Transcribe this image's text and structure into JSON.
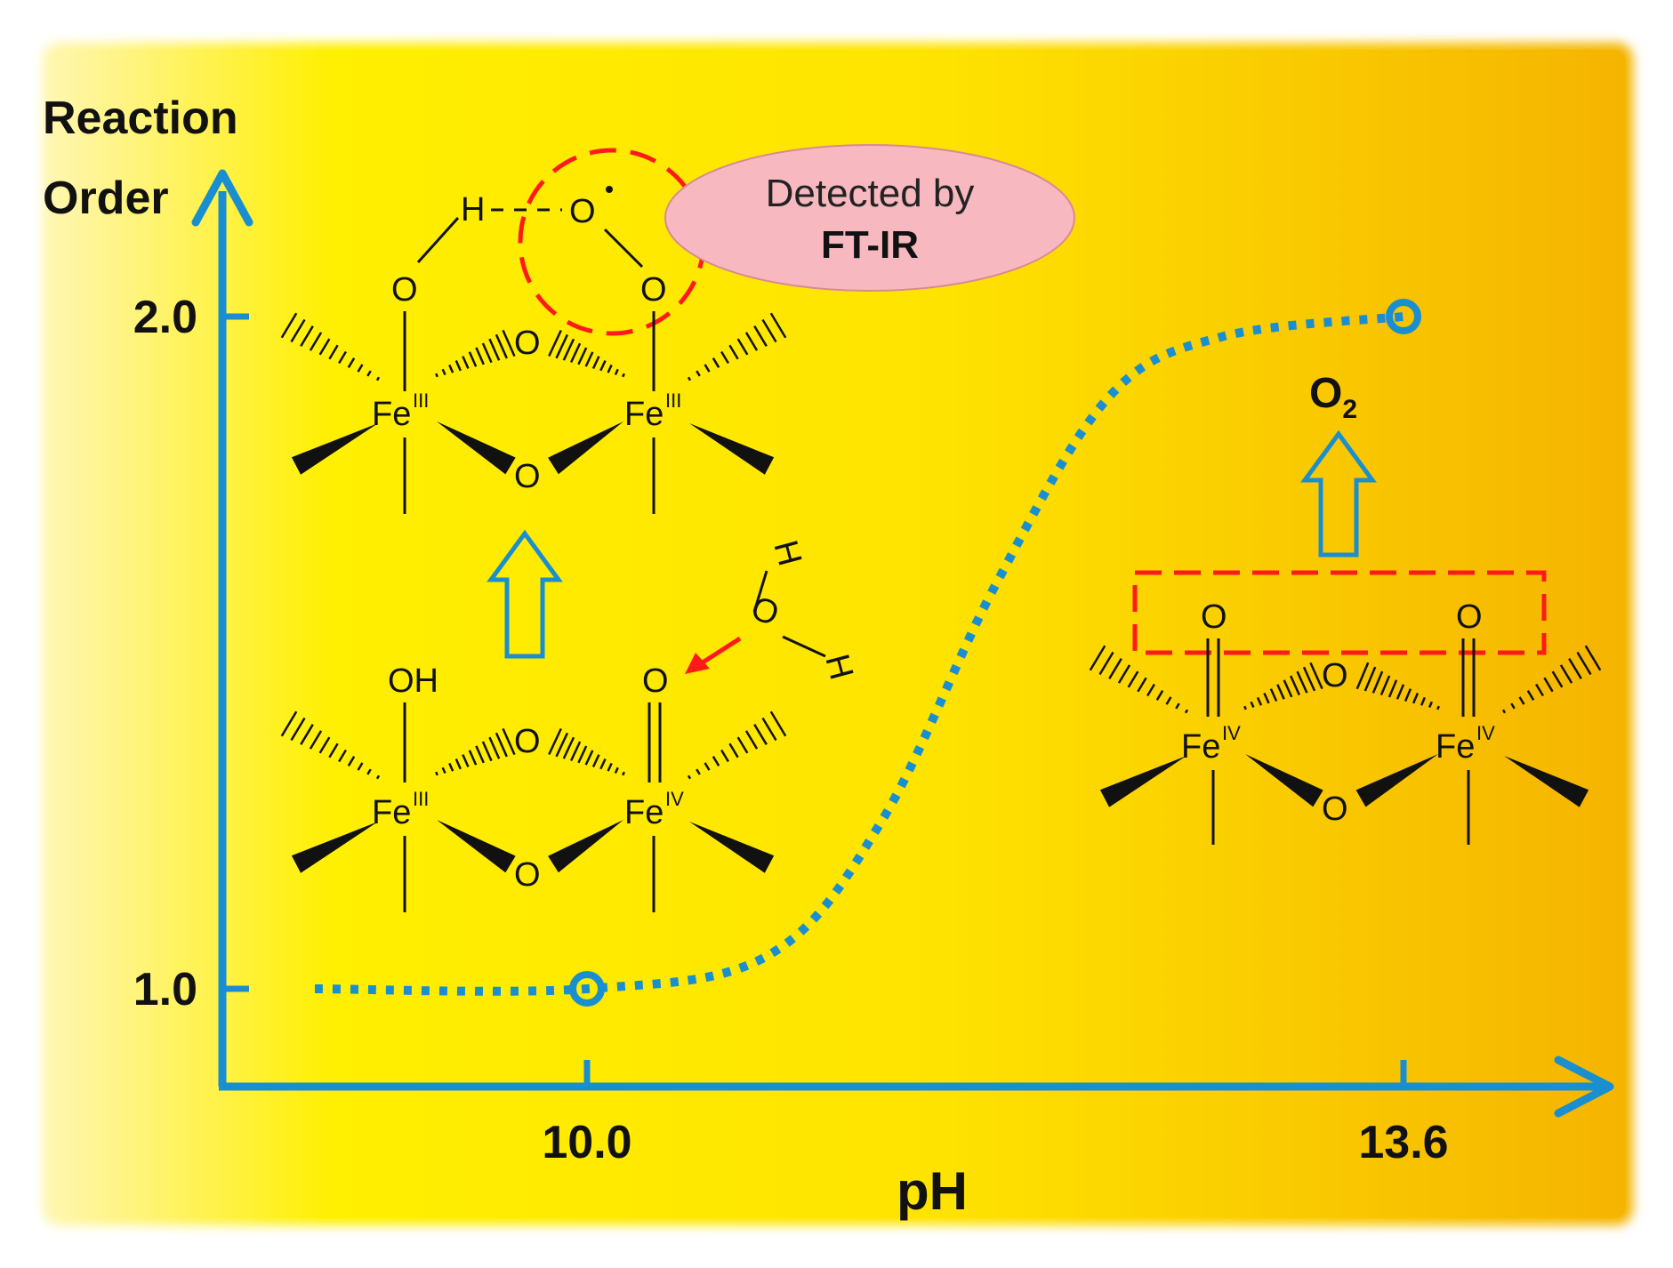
{
  "chart_data": {
    "type": "line",
    "ylabel": [
      "Reaction",
      "Order"
    ],
    "xlabel": "pH",
    "x_ticks": [
      {
        "value": 10.0,
        "label": "10.0"
      },
      {
        "value": 13.6,
        "label": "13.6"
      }
    ],
    "y_ticks": [
      {
        "value": 1.0,
        "label": "1.0"
      },
      {
        "value": 2.0,
        "label": "2.0"
      }
    ],
    "series": [
      {
        "style": "dotted",
        "color": "#1a8fd0",
        "x": [
          8.8,
          10.0,
          10.8,
          11.3,
          11.8,
          12.3,
          12.8,
          13.6
        ],
        "y": [
          1.0,
          1.0,
          1.05,
          1.25,
          1.6,
          1.88,
          1.97,
          2.0
        ],
        "markers": [
          {
            "x": 10.0,
            "y": 1.0
          },
          {
            "x": 13.6,
            "y": 2.0
          }
        ]
      }
    ],
    "annotations": {
      "callout": {
        "line1": "Detected by",
        "line2": "FT-IR"
      },
      "product": {
        "main": "O",
        "sub": "2"
      },
      "chem": {
        "o": "O",
        "h": "H",
        "oh": "OH",
        "fe": "Fe",
        "ox3": "III",
        "ox4": "IV"
      }
    },
    "colors": {
      "axis": "#1a8fd0",
      "background_start": "#fff6b0",
      "background_mid": "#ffef00",
      "background_end": "#f5b400",
      "highlight": "#ff1a1a",
      "callout_fill": "#f7b8c0"
    }
  }
}
